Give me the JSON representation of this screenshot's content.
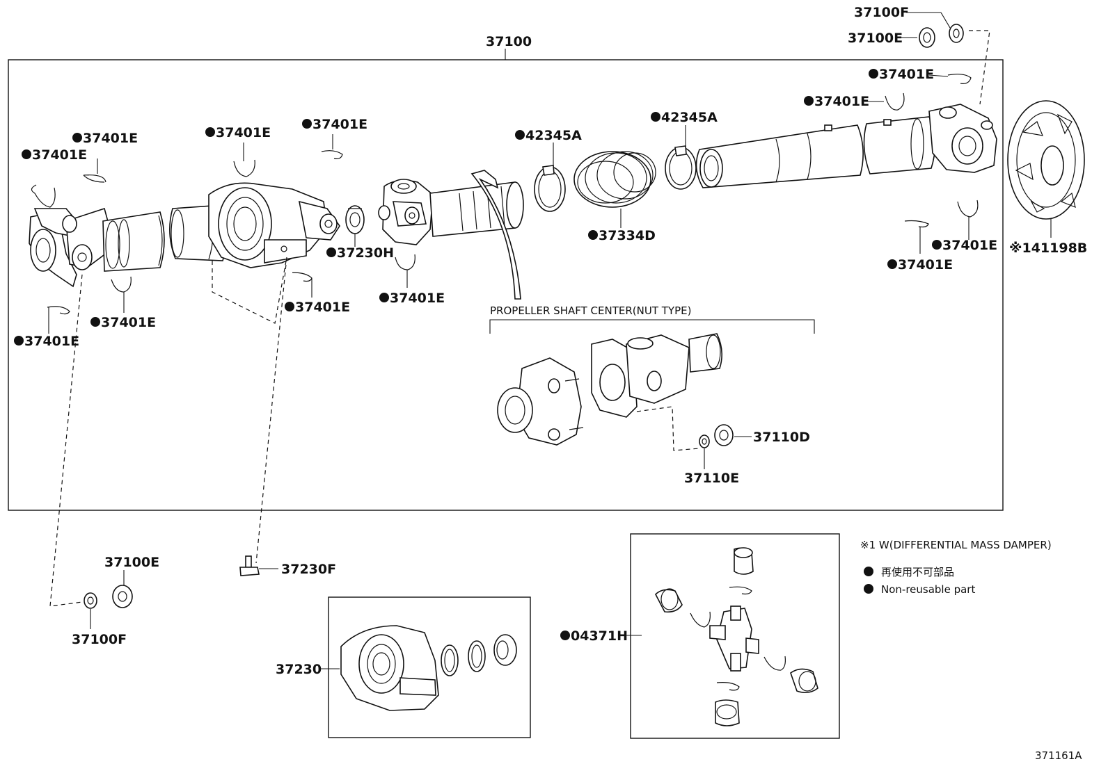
{
  "diagram": {
    "main_assembly": "37100",
    "labels": {
      "l_37401E": "37401E",
      "l_42345A": "42345A",
      "l_37334D": "37334D",
      "l_37230H": "37230H",
      "l_37100F": "37100F",
      "l_37100E": "37100E",
      "l_141198B": "※141198B",
      "l_37110D": "37110D",
      "l_37110E": "37110E",
      "l_37230F": "37230F",
      "l_37230": "37230",
      "l_04371H": "04371H"
    },
    "inset_title": "PROPELLER SHAFT CENTER(NUT TYPE)",
    "legend": {
      "footnote": "※1 W(DIFFERENTIAL MASS DAMPER)",
      "nonreusable_jp": "再使用不可部品",
      "nonreusable_en": "Non-reusable part"
    },
    "figure_id": "371161A",
    "marker_color": "#111111"
  }
}
